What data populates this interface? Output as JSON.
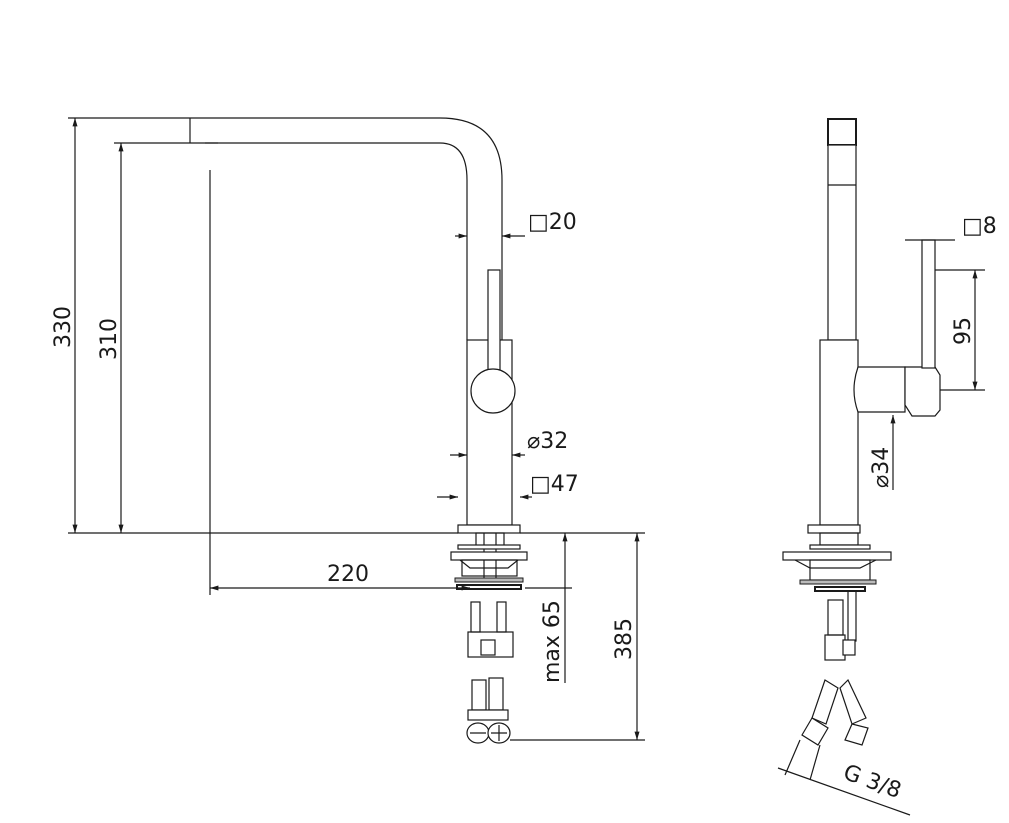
{
  "title": "Kitchen faucet technical drawing",
  "front_view": {
    "dim_total_height": "330",
    "dim_spout_height": "310",
    "dim_reach": "220",
    "dim_spout_section": "□20",
    "dim_body_diameter": "⌀32",
    "dim_base_section": "□47",
    "dim_max_deck": "max 65",
    "dim_hose_length": "385"
  },
  "side_view": {
    "dim_lever_section": "□8",
    "dim_lever_length": "95",
    "dim_body_diameter": "⌀34",
    "dim_thread": "G 3/8"
  }
}
